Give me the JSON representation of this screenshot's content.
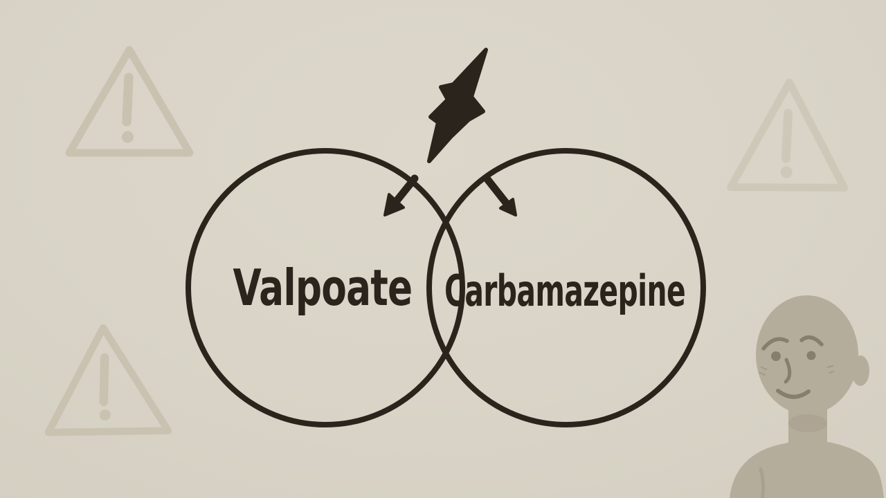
{
  "diagram": {
    "type": "drug-interaction-venn",
    "left_drug": "Valpoate",
    "right_drug": "Carbamazepine"
  },
  "icons": {
    "top_center": "lightning-bolt-icon",
    "strike_left": "arrow-down-left-icon",
    "strike_right": "arrow-down-right-icon",
    "watermarks": [
      "warning-triangle-icon",
      "warning-triangle-icon",
      "warning-triangle-icon"
    ],
    "bottom_right": "sad-person-icon"
  },
  "colors": {
    "bg": "#d9d4c7",
    "ink": "#2b241c",
    "watermark": "#c9c2b1",
    "watermark-light": "#cec8b8",
    "skin": "#b5ad9c",
    "skin-shade": "#a59d8c",
    "feature": "#877f6e",
    "freckle": "#a39b8a"
  }
}
